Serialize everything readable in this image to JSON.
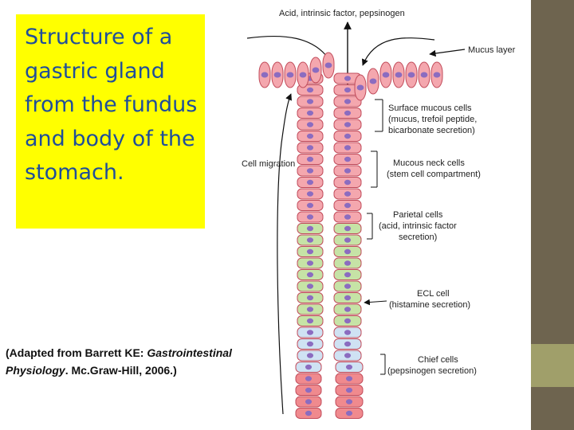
{
  "slide": {
    "title": "Structure of a gastric gland from the fundus and body of the stomach.",
    "citation": {
      "prefix": "(Adapted from Barrett KE: ",
      "book": "Gastrointestinal Physiology",
      "suffix": ". Mc.Graw-Hill, 2006.)"
    }
  },
  "diagram": {
    "top_label": "Acid, intrinsic factor, pepsinogen",
    "labels": {
      "mucus_layer": "Mucus layer",
      "surface_mucous": [
        "Surface mucous cells",
        "(mucus, trefoil peptide,",
        "bicarbonate secretion)"
      ],
      "cell_migration": "Cell migration",
      "mucous_neck": [
        "Mucous neck cells",
        "(stem cell compartment)"
      ],
      "parietal": [
        "Parietal cells",
        "(acid, intrinsic factor",
        "secretion)"
      ],
      "ecl": [
        "ECL cell",
        "(histamine secretion)"
      ],
      "chief": [
        "Chief cells",
        "(pepsinogen secretion)"
      ]
    },
    "colors": {
      "surface_cell": "#f4a7ae",
      "nucleus": "#8b6cc0",
      "parietal_cell": "#c6e3a6",
      "ecl_cell": "#cfe2f3",
      "chief_cell": "#f08a8e",
      "title_background": "#ffff00",
      "title_text": "#1f4e9a"
    }
  }
}
